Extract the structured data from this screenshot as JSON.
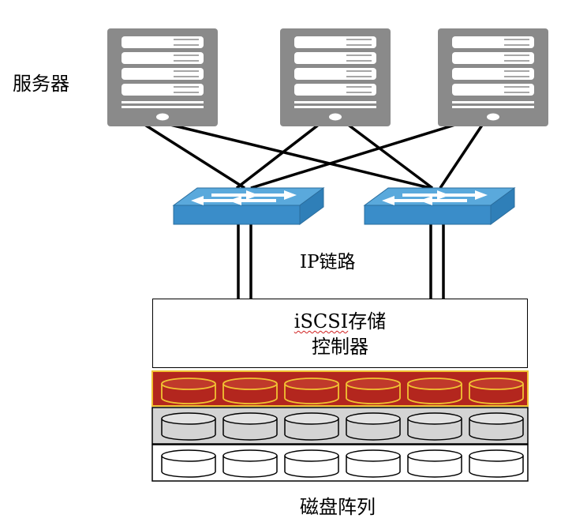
{
  "labels": {
    "servers": "服务器",
    "ip_link": "IP链路",
    "controller_line1_prefix": "iSCSI",
    "controller_line1_suffix": "存储",
    "controller_line2": "控制器",
    "disk_array": "磁盘阵列"
  },
  "nodes": {
    "servers": 3,
    "switches": 2,
    "disk_rows": 3,
    "disks_per_row": 6
  },
  "colors": {
    "server_body": "#8a8a8a",
    "switch_top": "#5aa9dc",
    "switch_side": "#2f7fb8",
    "disk_row_top_fill": "#b3261e",
    "disk_row_top_border": "#f1c232",
    "disk_row_mid_fill": "#d4d4d4",
    "disk_row_bottom_fill": "#ffffff",
    "link": "#000000"
  }
}
